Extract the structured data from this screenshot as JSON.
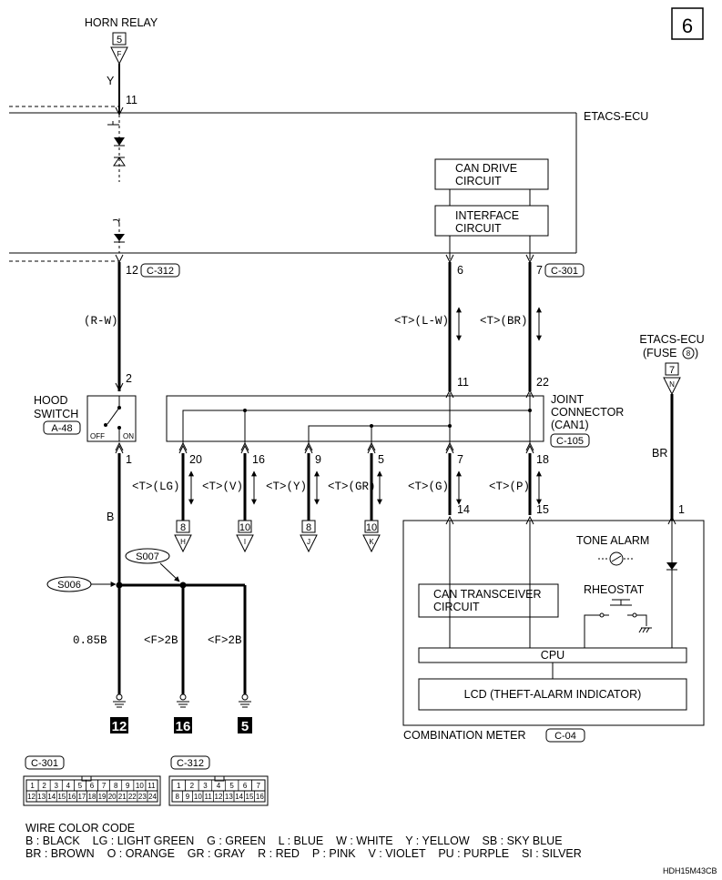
{
  "page_number": "6",
  "horn_relay": {
    "label": "HORN RELAY",
    "ref": "5",
    "pin": "F",
    "wire": "Y",
    "terminal": "11"
  },
  "etacs": {
    "label": "ETACS-ECU",
    "can_drive": [
      "CAN DRIVE",
      "CIRCUIT"
    ],
    "interface": [
      "INTERFACE",
      "CIRCUIT"
    ],
    "pin12": "12",
    "conn_c312": "C-312",
    "pin6": "6",
    "pin7": "7",
    "conn_c301": "C-301"
  },
  "wires": {
    "rw": "(R-W)",
    "tlw": "<T>(L-W)",
    "tbr": "<T>(BR)",
    "tlg": "<T>(LG)",
    "tv": "<T>(V)",
    "ty": "<T>(Y)",
    "tgr": "<T>(GR)",
    "tg": "<T>(G)",
    "tp": "<T>(P)",
    "b": "B",
    "br": "BR",
    "w085b": "0.85B",
    "f2b_a": "<F>2B",
    "f2b_b": "<F>2B"
  },
  "hood_switch": {
    "line1": "HOOD",
    "line2": "SWITCH",
    "conn": "A-48",
    "off": "OFF",
    "on": "ON",
    "pin2": "2",
    "pin1": "1"
  },
  "joint": {
    "line1": "JOINT",
    "line2": "CONNECTOR",
    "line3": "(CAN1)",
    "conn": "C-105",
    "p11": "11",
    "p22": "22",
    "p20": "20",
    "p16": "16",
    "p9": "9",
    "p5": "5",
    "p7": "7",
    "p18": "18"
  },
  "drops": [
    {
      "ref": "8",
      "pin": "H"
    },
    {
      "ref": "10",
      "pin": "I"
    },
    {
      "ref": "8",
      "pin": "J"
    },
    {
      "ref": "10",
      "pin": "K"
    }
  ],
  "fuse": {
    "line1": "ETACS-ECU",
    "line2": "(FUSE",
    "num": "8",
    "close": ")",
    "ref": "7",
    "pin": "N",
    "pin1": "1"
  },
  "meter": {
    "pin14": "14",
    "pin15": "15",
    "tone_alarm": "TONE ALARM",
    "rheostat": "RHEOSTAT",
    "can_trans": [
      "CAN TRANSCEIVER",
      "CIRCUIT"
    ],
    "cpu": "CPU",
    "lcd": "LCD (THEFT-ALARM INDICATOR)",
    "label": "COMBINATION METER",
    "conn": "C-04"
  },
  "splices": {
    "s006": "S006",
    "s007": "S007"
  },
  "grounds": [
    "12",
    "16",
    "5"
  ],
  "connector_views": {
    "c301": {
      "label": "C-301",
      "top": [
        "1",
        "2",
        "3",
        "4",
        "5",
        "6",
        "7",
        "8",
        "9",
        "10",
        "11"
      ],
      "bottom": [
        "12",
        "13",
        "14",
        "15",
        "16",
        "17",
        "18",
        "19",
        "20",
        "21",
        "22",
        "23",
        "24"
      ]
    },
    "c312": {
      "label": "C-312",
      "top": [
        "1",
        "2",
        "3",
        "4",
        "5",
        "6",
        "7"
      ],
      "bottom": [
        "8",
        "9",
        "10",
        "11",
        "12",
        "13",
        "14",
        "15",
        "16"
      ]
    }
  },
  "color_code": {
    "title": "WIRE COLOR CODE",
    "line1": "B : BLACK    LG : LIGHT GREEN    G : GREEN    L : BLUE    W : WHITE    Y : YELLOW    SB : SKY BLUE",
    "line2": "BR : BROWN    O : ORANGE    GR : GRAY    R : RED    P : PINK    V : VIOLET    PU : PURPLE    SI : SILVER"
  },
  "doc_id": "HDH15M43CB"
}
